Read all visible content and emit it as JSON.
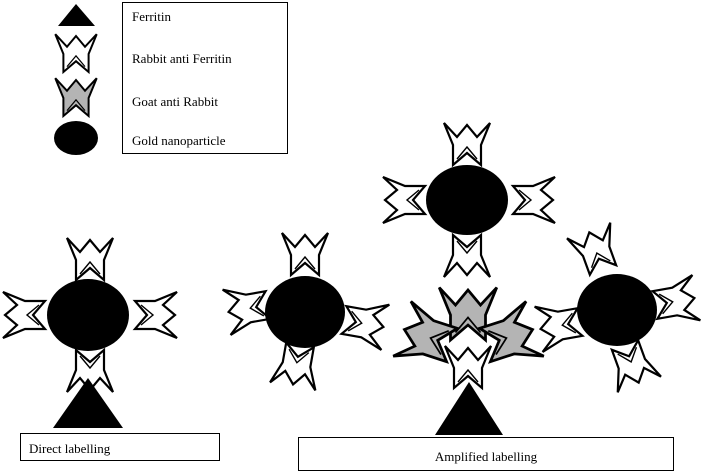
{
  "legend": {
    "items": [
      {
        "label": "Ferritin",
        "icon": "triangle-icon"
      },
      {
        "label": "Rabbit anti Ferritin",
        "icon": "white-chevron-antibody-icon"
      },
      {
        "label": "Goat anti Rabbit",
        "icon": "grey-chevron-antibody-icon"
      },
      {
        "label": "Gold nanoparticle",
        "icon": "black-ellipse-icon"
      }
    ]
  },
  "captions": {
    "direct": "Direct labelling",
    "amplified": "Amplified labelling"
  },
  "colors": {
    "primary_antibody_fill": "#ffffff",
    "secondary_antibody_fill": "#b4b4b4",
    "nanoparticle_fill": "#000000",
    "ferritin_fill": "#000000"
  }
}
